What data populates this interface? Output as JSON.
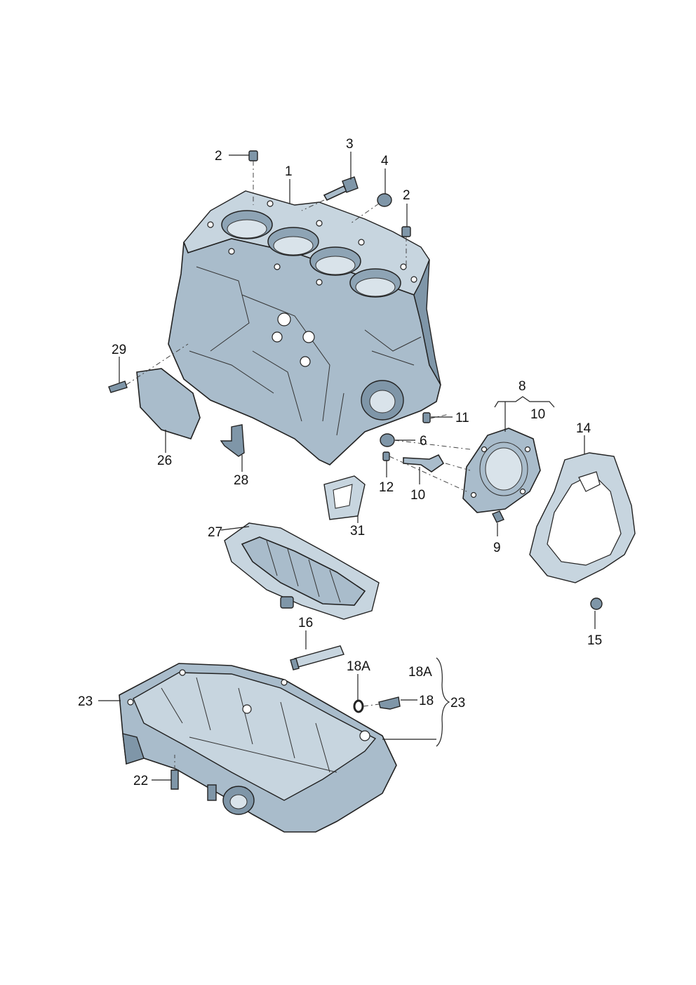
{
  "diagram": {
    "labels": {
      "p1": "1",
      "p2a": "2",
      "p2b": "2",
      "p3": "3",
      "p4": "4",
      "p6": "6",
      "p8": "8",
      "p9": "9",
      "p10a": "10",
      "p10b": "10",
      "p11": "11",
      "p12": "12",
      "p14": "14",
      "p15": "15",
      "p16": "16",
      "p18": "18",
      "p18A_a": "18A",
      "p18A_b": "18A",
      "p22": "22",
      "p23a": "23",
      "p23b": "23",
      "p26": "26",
      "p27": "27",
      "p28": "28",
      "p29": "29",
      "p31": "31"
    },
    "colors": {
      "part_fill": "#a9bccb",
      "part_light": "#c7d5df",
      "part_dark": "#7f96a8",
      "line": "#222222"
    }
  }
}
